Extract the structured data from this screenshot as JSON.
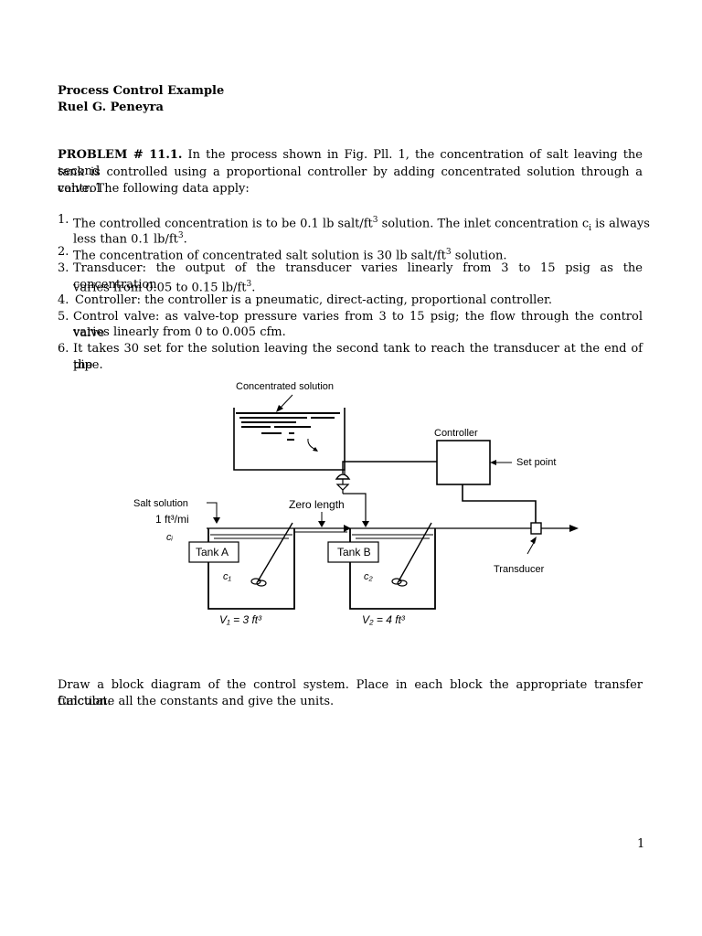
{
  "header": {
    "title": "Process Control Example",
    "author": "Ruel G. Peneyra"
  },
  "problem": {
    "label": "PROBLEM # 11.1.",
    "intro_line1": "In the process shown in Fig. Pll. 1, the concentration of salt leaving the second",
    "intro_line2": "tank is controlled using a proportional controller by adding concentrated solution through a control",
    "intro_line3": "valve. The following data apply:"
  },
  "items": [
    {
      "num": "1.",
      "l1_pre": "The controlled concentration is to be 0.1 lb salt/ft",
      "l1_sup": "3",
      "l1_mid": " solution. The inlet concentration c",
      "l1_sub": "i",
      "l1_post": " is always",
      "l2": "less than 0.1 lb/ft",
      "l2_sup": "3",
      "l2_post": "."
    },
    {
      "num": "2.",
      "l1_pre": "The concentration of concentrated salt solution is 30 lb salt/ft",
      "l1_sup": "3",
      "l1_post": " solution."
    },
    {
      "num": "3.",
      "l1": "Transducer: the output of the transducer varies linearly from 3 to 15 psig as the concentration",
      "l2": "varies from 0.05 to 0.15 lb/ft",
      "l2_sup": "3",
      "l2_post": "."
    },
    {
      "num": "4.",
      "l1": "Controller: the controller is a pneumatic, direct-acting, proportional controller."
    },
    {
      "num": "5.",
      "l1": "Control valve: as valve-top pressure varies from 3 to 15 psig; the flow through the control valve",
      "l2": "varies linearly from 0 to 0.005 cfm."
    },
    {
      "num": "6.",
      "l1": "It takes 30 set for the solution leaving the second tank to reach the transducer at the end of the",
      "l2": "pipe."
    }
  ],
  "diagram": {
    "concentrated_solution": "Concentrated    solution",
    "controller": "Controller",
    "set_point": "Set point",
    "salt_solution": "Salt  solution",
    "flow_rate": "1 ft³/mi",
    "ci": "cᵢ",
    "zero_length": "Zero length",
    "tank_a": "Tank A",
    "tank_b": "Tank B",
    "c1": "c₁",
    "c2": "c₂",
    "transducer": "Transducer",
    "v1": "V₁ = 3 ft³",
    "v2": "V₂ = 4 ft³"
  },
  "question": {
    "line1": "Draw a block diagram of the control system. Place in each block the appropriate transfer function.",
    "line2": "Calculate all the constants and give the units."
  },
  "page_number": "1"
}
